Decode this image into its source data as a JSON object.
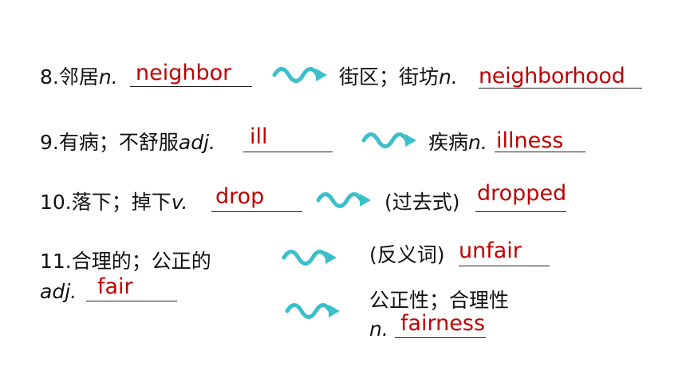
{
  "items": [
    {
      "num": "8.",
      "cn": "邻居",
      "pos": "n.",
      "answer": "neighbor",
      "derived": {
        "cn": "街区；街坊",
        "pos": "n.",
        "answer": "neighborhood"
      }
    },
    {
      "num": "9.",
      "cn": "有病；不舒服",
      "pos": "adj.",
      "answer": "ill",
      "derived": {
        "cn": "疾病",
        "pos": "n.",
        "answer": "illness"
      }
    },
    {
      "num": "10.",
      "cn": "落下；掉下",
      "pos": "v.",
      "answer": "drop",
      "derived": {
        "cn": "(过去式)",
        "pos": "",
        "answer": "dropped"
      }
    },
    {
      "num": "11.",
      "cn": "合理的；公正的",
      "pos": "adj.",
      "answer": "fair",
      "derived": [
        {
          "cn": "(反义词)",
          "pos": "",
          "answer": "unfair"
        },
        {
          "cn": "公正性；合理性",
          "pos": "n.",
          "answer": "fairness"
        }
      ]
    }
  ],
  "colors": {
    "answer": "#c00000",
    "arrow": "#3bbfcb",
    "text": "#111111"
  },
  "icons": {
    "arrow": "wavy-arrow-icon"
  }
}
